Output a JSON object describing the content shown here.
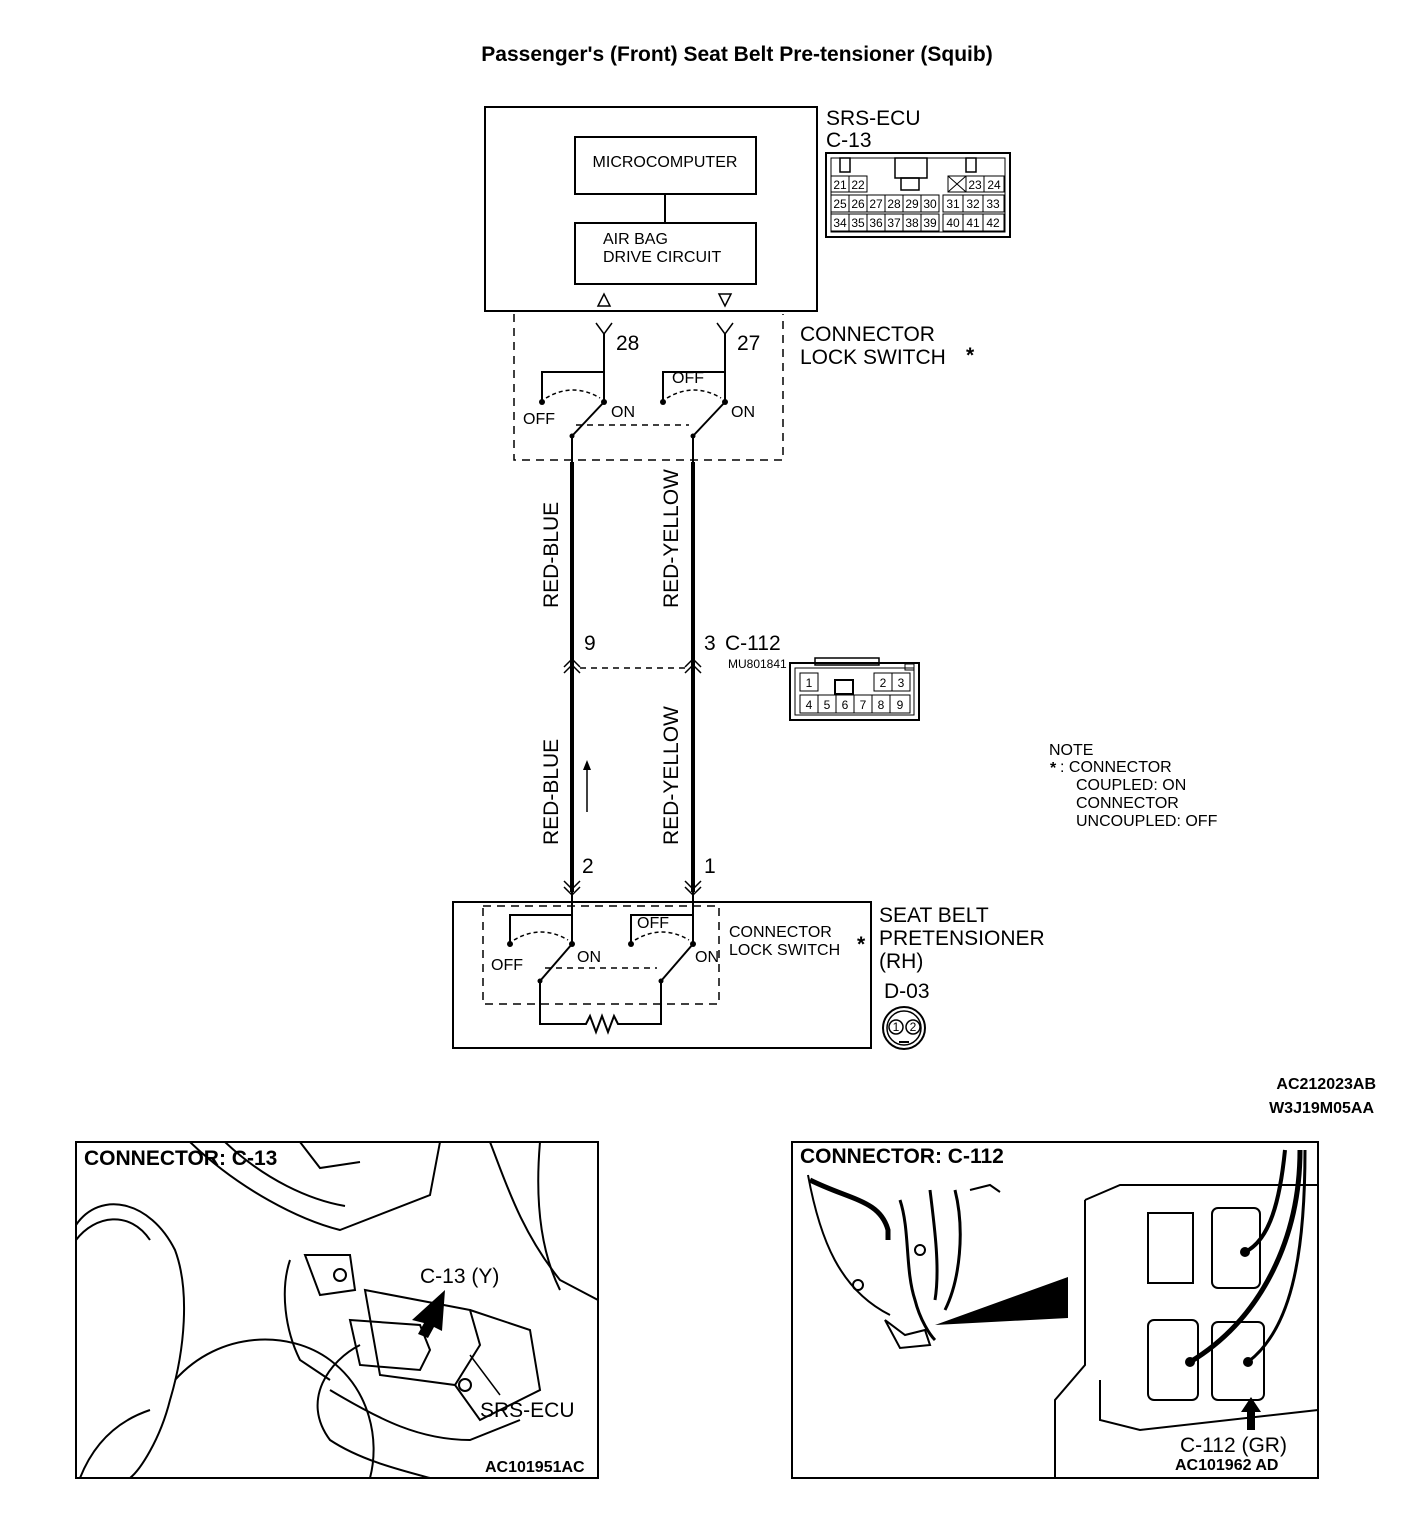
{
  "title": "Passenger's (Front) Seat Belt Pre-tensioner (Squib)",
  "ecu": {
    "name": "SRS-ECU",
    "connector": "C-13",
    "microcomputer": "MICROCOMPUTER",
    "drive_circuit_line1": "AIR BAG",
    "drive_circuit_line2": "DRIVE CIRCUIT",
    "pins_top": [
      "21",
      "22",
      "23",
      "24"
    ],
    "pins_mid": [
      "25",
      "26",
      "27",
      "28",
      "29",
      "30",
      "31",
      "32",
      "33"
    ],
    "pins_bot": [
      "34",
      "35",
      "36",
      "37",
      "38",
      "39",
      "40",
      "41",
      "42"
    ]
  },
  "lock_switch_top": {
    "line1": "CONNECTOR",
    "line2": "LOCK SWITCH",
    "star": "*"
  },
  "pins": {
    "p28": "28",
    "p27": "27",
    "p9": "9",
    "p3": "3",
    "p2": "2",
    "p1": "1"
  },
  "switch_labels": {
    "off": "OFF",
    "on": "ON"
  },
  "wires": {
    "left": "RED-BLUE",
    "right": "RED-YELLOW"
  },
  "c112": {
    "connector": "C-112",
    "part_no": "MU801841",
    "pins_top": [
      "1",
      "2",
      "3"
    ],
    "pins_bot": [
      "4",
      "5",
      "6",
      "7",
      "8",
      "9"
    ]
  },
  "note": {
    "heading": "NOTE",
    "star": "*",
    "line1": ": CONNECTOR",
    "line2": "COUPLED: ON",
    "line3": "CONNECTOR",
    "line4": "UNCOUPLED: OFF"
  },
  "pretensioner": {
    "lock_line1": "CONNECTOR",
    "lock_line2": "LOCK SWITCH",
    "star": "*",
    "name_line1": "SEAT BELT",
    "name_line2": "PRETENSIONER",
    "name_line3": "(RH)",
    "connector": "D-03",
    "pin1": "1",
    "pin2": "2"
  },
  "codes": {
    "code1": "AC212023AB",
    "code2": "W3J19M05AA"
  },
  "panel_left": {
    "heading": "CONNECTOR: C-13",
    "callout": "C-13 (Y)",
    "ecu_label": "SRS-ECU",
    "code": "AC101951AC"
  },
  "panel_right": {
    "heading": "CONNECTOR: C-112",
    "callout": "C-112 (GR)",
    "code": "AC101962 AD"
  }
}
